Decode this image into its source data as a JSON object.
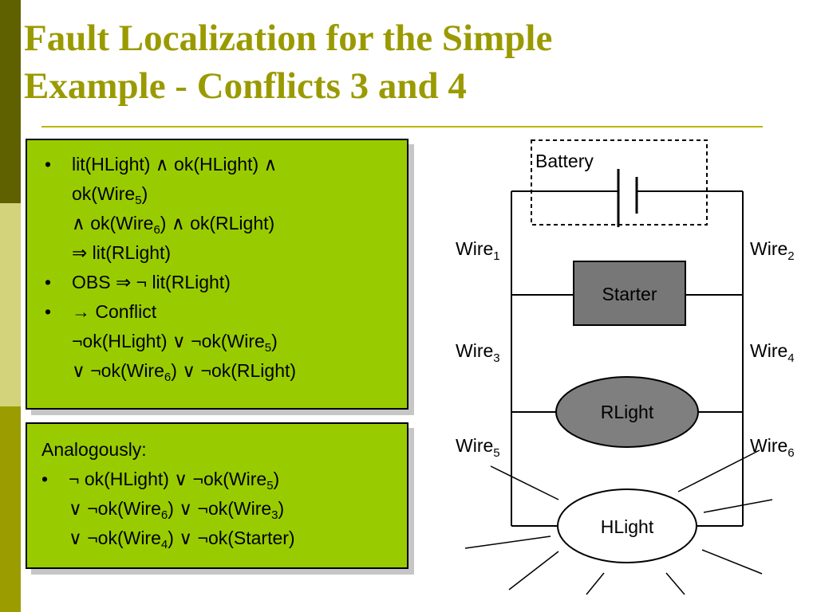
{
  "title": {
    "line1": "Fault Localization for the Simple",
    "line2": "Example - Conflicts 3 and 4"
  },
  "box1": {
    "bullet": "•",
    "lines": [
      "lit(HLight) ∧ ok(HLight) ∧",
      "ok(Wire",
      "∧ ok(Wire",
      "⇒  lit(RLight)",
      "OBS ⇒ ¬ lit(RLight)",
      "→ Conflict",
      "¬ok(HLight) ∨ ¬ok(Wire",
      "∨ ¬ok(Wire"
    ],
    "frag": {
      "l2_end": ")",
      "l3_mid": ") ∧ ok(RLight)",
      "l7_end": ")",
      "l8_end": ") ∨ ¬ok(RLight)"
    },
    "subs": {
      "s5": "5",
      "s6": "6"
    }
  },
  "box2": {
    "heading": "Analogously:",
    "bullet": "•",
    "l1a": "¬ ok(HLight) ∨ ¬ok(Wire",
    "l1b": ")",
    "l2a": "∨ ¬ok(Wire",
    "l2b": ") ∨ ¬ok(Wire",
    "l2c": ")",
    "l3a": "∨ ¬ok(Wire",
    "l3b": ") ∨ ¬ok(Starter)",
    "subs": {
      "s5": "5",
      "s6": "6",
      "s3": "3",
      "s4": "4"
    }
  },
  "diagram": {
    "battery": "Battery",
    "starter": "Starter",
    "rlight": "RLight",
    "hlight": "HLight",
    "wire_word": "Wire",
    "n1": "1",
    "n2": "2",
    "n3": "3",
    "n4": "4",
    "n5": "5",
    "n6": "6"
  },
  "colors": {
    "sidebar_dark": "#5f6100",
    "sidebar_light": "#d2d37a",
    "sidebar_mid": "#9a9c00",
    "title": "#9a9a00",
    "box_fill": "#99cc00",
    "starter_fill": "#777777",
    "rlight_fill": "#7f7f7f"
  }
}
